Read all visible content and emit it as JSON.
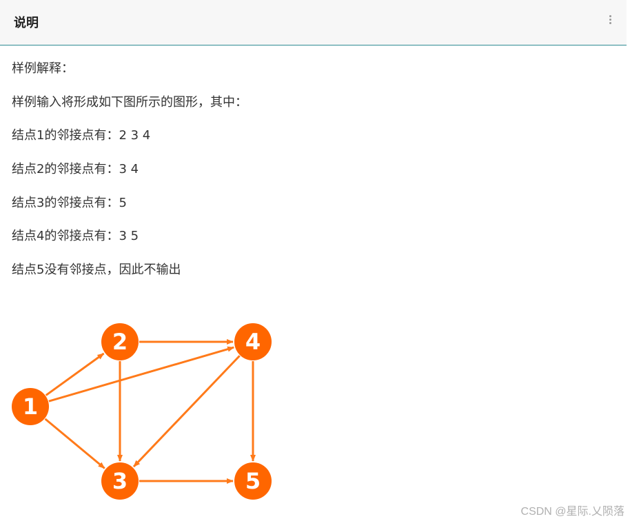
{
  "header": {
    "title": "说明",
    "more_icon": "vertical-ellipsis-icon"
  },
  "content": {
    "lines": [
      "样例解释：",
      "样例输入将形成如下图所示的图形，其中：",
      "结点1的邻接点有：2 3 4",
      "结点2的邻接点有：3 4",
      "结点3的邻接点有：5",
      "结点4的邻接点有：3 5",
      "结点5没有邻接点，因此不输出"
    ]
  },
  "graph": {
    "node_color": "#ff6600",
    "edge_color": "#ff7a1a",
    "nodes": [
      {
        "id": "1",
        "label": "1"
      },
      {
        "id": "2",
        "label": "2"
      },
      {
        "id": "3",
        "label": "3"
      },
      {
        "id": "4",
        "label": "4"
      },
      {
        "id": "5",
        "label": "5"
      }
    ],
    "edges": [
      {
        "from": "1",
        "to": "2"
      },
      {
        "from": "1",
        "to": "3"
      },
      {
        "from": "1",
        "to": "4"
      },
      {
        "from": "2",
        "to": "3"
      },
      {
        "from": "2",
        "to": "4"
      },
      {
        "from": "3",
        "to": "5"
      },
      {
        "from": "4",
        "to": "3"
      },
      {
        "from": "4",
        "to": "5"
      }
    ]
  },
  "watermark": "CSDN @星际.乂陨落"
}
